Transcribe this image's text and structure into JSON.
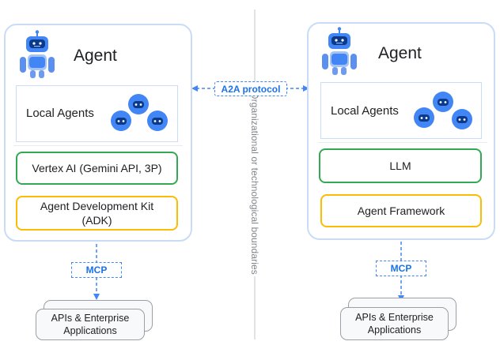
{
  "protocol_label": "A2A protocol",
  "boundary_label": "Organizational or technological boundaries",
  "left": {
    "agent_title": "Agent",
    "local_agents": "Local Agents",
    "model_box": "Vertex AI (Gemini API, 3P)",
    "framework_line1": "Agent Development Kit",
    "framework_line2": "(ADK)",
    "mcp_label": "MCP",
    "apis_line1": "APIs & Enterprise",
    "apis_line2": "Applications"
  },
  "right": {
    "agent_title": "Agent",
    "local_agents": "Local Agents",
    "model_box": "LLM",
    "framework": "Agent Framework",
    "mcp_label": "MCP",
    "apis_line1": "APIs & Enterprise",
    "apis_line2": "Applications"
  },
  "colors": {
    "card_border": "#c9dcf6",
    "protocol_blue": "#1a73e8",
    "model_green": "#34a853",
    "framework_yellow": "#fbbc04",
    "robot_blue": "#4285f4"
  },
  "icons": [
    "robot-agent-icon",
    "mini-robot-icon"
  ]
}
